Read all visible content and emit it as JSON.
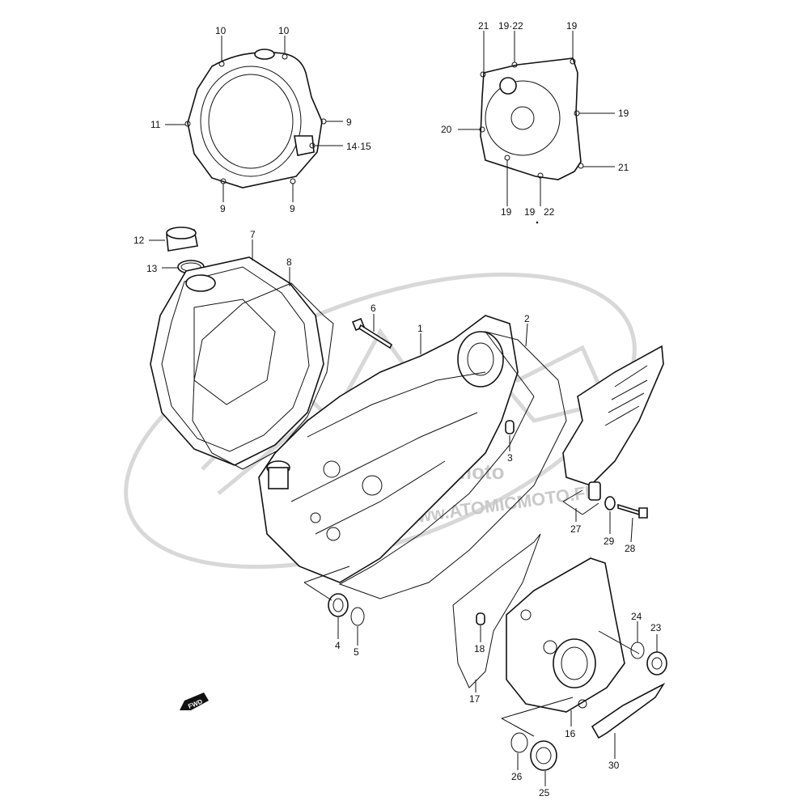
{
  "watermark": {
    "brand": "moto",
    "url": "www.ATOMICMOTO.FR"
  },
  "fwd_badge": "FWD",
  "callouts": [
    {
      "id": "c10a",
      "text": "10"
    },
    {
      "id": "c10b",
      "text": "10"
    },
    {
      "id": "c11",
      "text": "11"
    },
    {
      "id": "c9a",
      "text": "9"
    },
    {
      "id": "c1415",
      "text": "14·15"
    },
    {
      "id": "c9b",
      "text": "9"
    },
    {
      "id": "c9c",
      "text": "9"
    },
    {
      "id": "c21a",
      "text": "21"
    },
    {
      "id": "c1922a",
      "text": "19·22"
    },
    {
      "id": "c19a",
      "text": "19"
    },
    {
      "id": "c19b",
      "text": "19"
    },
    {
      "id": "c20",
      "text": "20"
    },
    {
      "id": "c21b",
      "text": "21"
    },
    {
      "id": "c19c",
      "text": "19"
    },
    {
      "id": "c1922b",
      "text": "19"
    },
    {
      "id": "c22b",
      "text": "22"
    },
    {
      "id": "c12",
      "text": "12"
    },
    {
      "id": "c7",
      "text": "7"
    },
    {
      "id": "c13",
      "text": "13"
    },
    {
      "id": "c8",
      "text": "8"
    },
    {
      "id": "c6",
      "text": "6"
    },
    {
      "id": "c1",
      "text": "1"
    },
    {
      "id": "c2",
      "text": "2"
    },
    {
      "id": "c3",
      "text": "3"
    },
    {
      "id": "c27",
      "text": "27"
    },
    {
      "id": "c29",
      "text": "29"
    },
    {
      "id": "c28",
      "text": "28"
    },
    {
      "id": "c4",
      "text": "4"
    },
    {
      "id": "c5",
      "text": "5"
    },
    {
      "id": "c24",
      "text": "24"
    },
    {
      "id": "c23",
      "text": "23"
    },
    {
      "id": "c18",
      "text": "18"
    },
    {
      "id": "c17",
      "text": "17"
    },
    {
      "id": "c16",
      "text": "16"
    },
    {
      "id": "c30",
      "text": "30"
    },
    {
      "id": "c26",
      "text": "26"
    },
    {
      "id": "c25",
      "text": "25"
    }
  ]
}
